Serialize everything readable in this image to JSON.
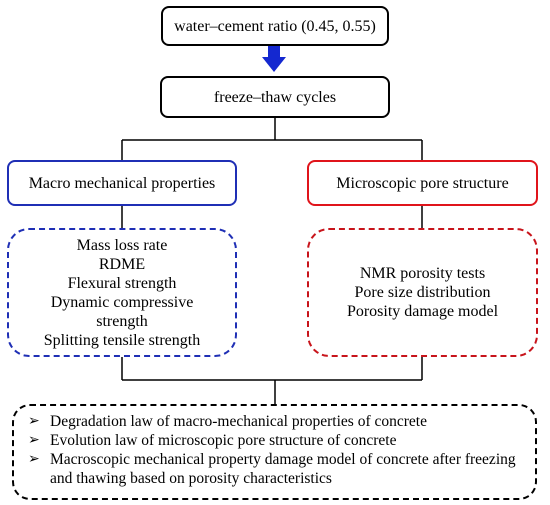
{
  "colors": {
    "black": "#000000",
    "blue": "#1f2fb5",
    "red": "#e0141b",
    "arrow": "#1428d0"
  },
  "nodes": {
    "input": {
      "label": "water–cement ratio (0.45, 0.55)"
    },
    "process": {
      "label": "freeze–thaw cycles"
    },
    "macro": {
      "label": "Macro mechanical properties"
    },
    "micro": {
      "label": "Microscopic pore structure"
    },
    "macro_tests": {
      "items": [
        "Mass loss rate",
        "RDME",
        "Flexural strength",
        "Dynamic compressive",
        "strength",
        "Splitting tensile strength"
      ]
    },
    "micro_tests": {
      "items": [
        "NMR porosity tests",
        "Pore size distribution",
        "Porosity damage model"
      ]
    }
  },
  "conclusions": {
    "items": [
      "Degradation law of macro-mechanical properties of concrete",
      "Evolution law of microscopic pore structure of concrete",
      "Macroscopic mechanical property damage model of concrete after freezing and thawing based on porosity characteristics"
    ]
  }
}
